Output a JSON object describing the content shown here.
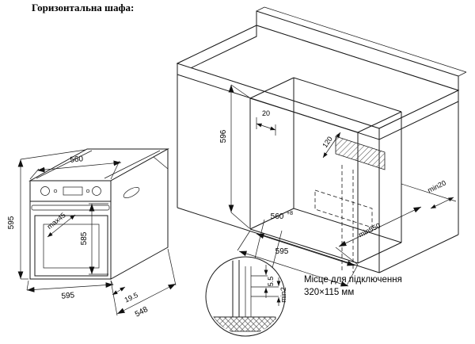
{
  "title": "Горизонтальна шафа:",
  "oven": {
    "height": "595",
    "top_width": "560",
    "handle_clearance": "max45",
    "front_height": "585",
    "width": "595",
    "door_offset": "19.5",
    "depth": "548"
  },
  "cabinet": {
    "niche_height": "596",
    "back_gap": "20",
    "vent_width": "120",
    "wall_clearance": "min20",
    "niche_depth": "min550",
    "niche_width": "560",
    "niche_width_tolerance": "+8",
    "cabinet_width": "595"
  },
  "detail": {
    "gap_top": "5.5",
    "gap_bottom": "min2"
  },
  "note": {
    "line1": "Місце для підключення",
    "line2": "320×115 мм"
  }
}
